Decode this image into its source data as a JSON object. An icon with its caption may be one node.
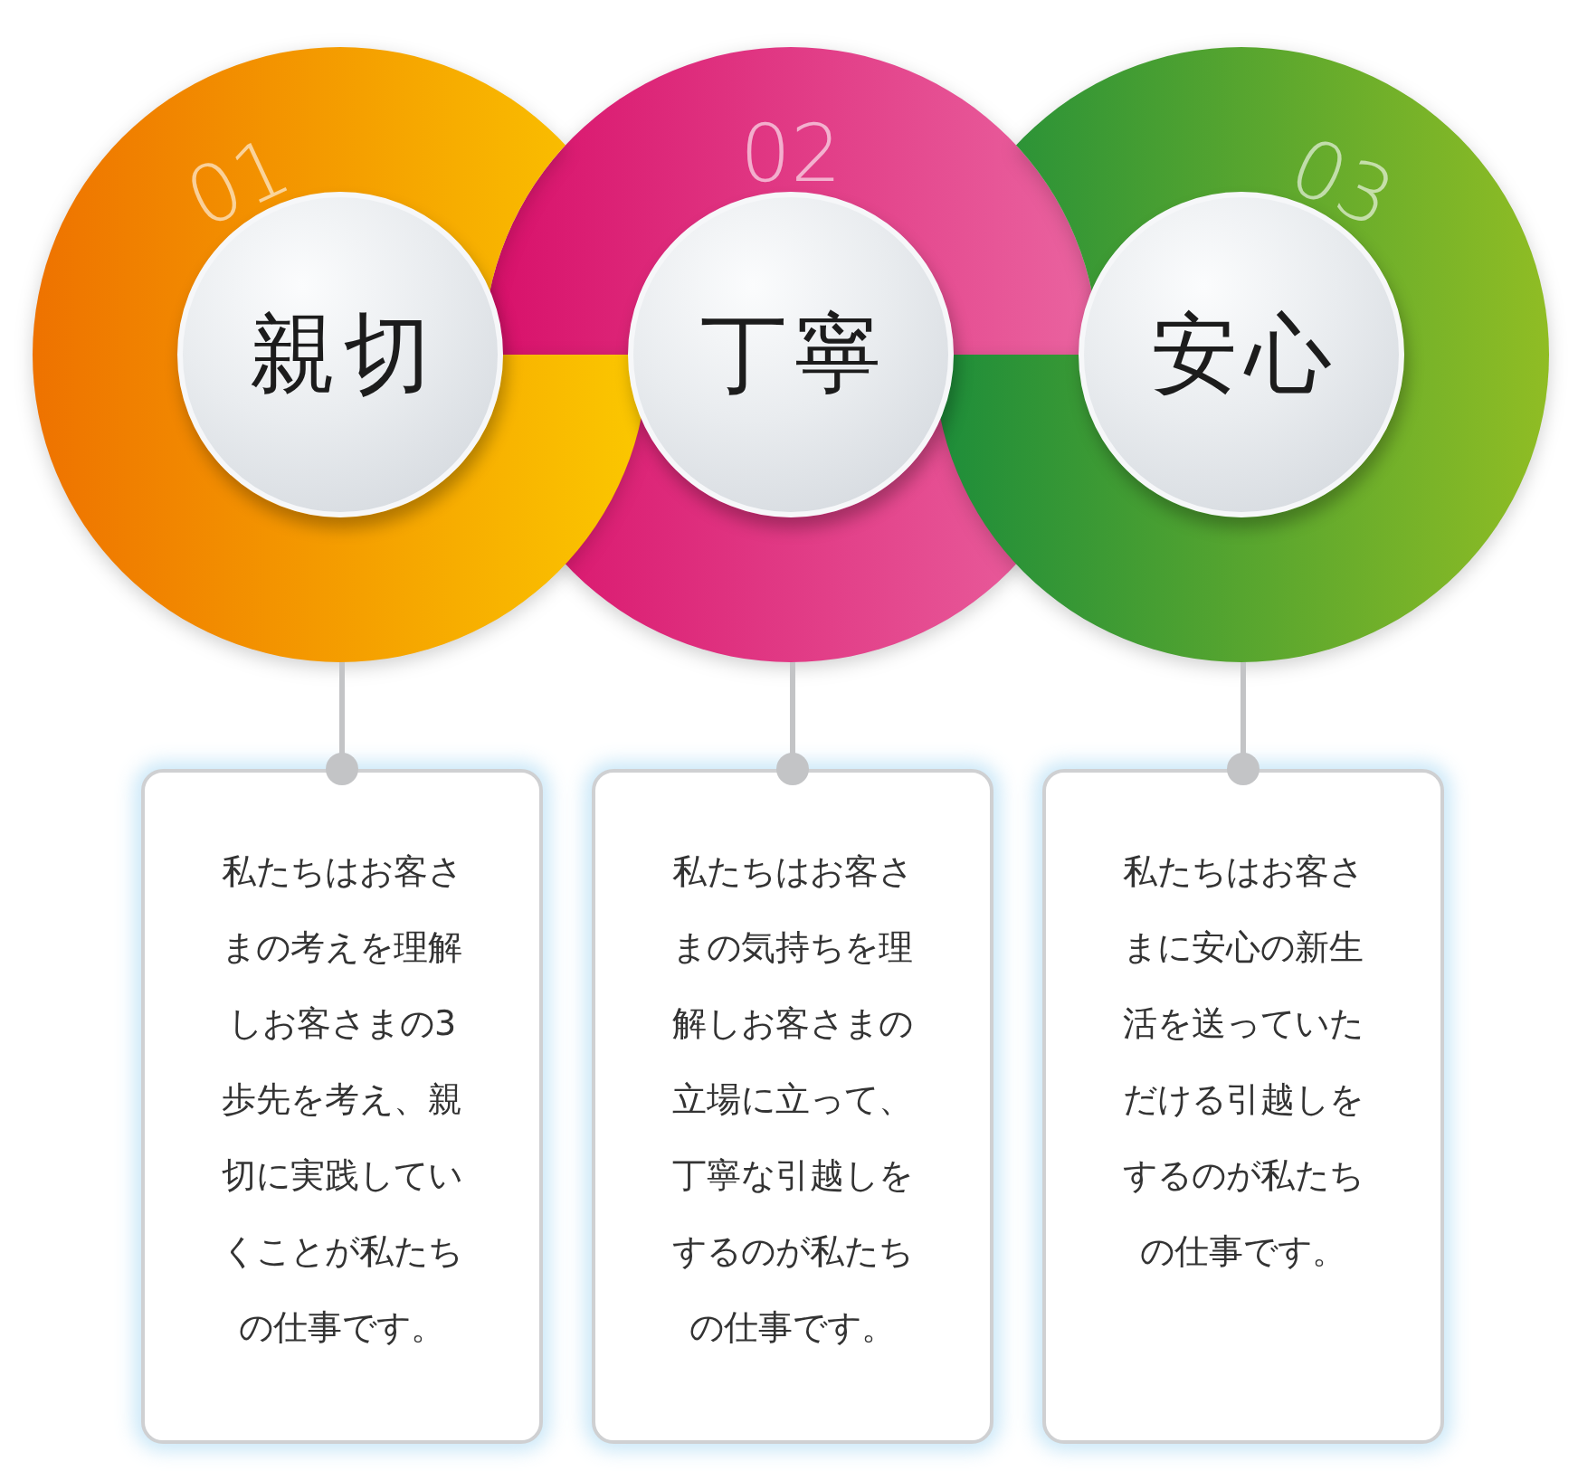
{
  "diagram": {
    "nodes": [
      {
        "text": [
          "01"
        ]
      },
      {
        "text": [
          "親切"
        ],
        "in": 0
      },
      {
        "text": [
          "02"
        ]
      },
      {
        "text": [
          "丁寧"
        ],
        "in": 2
      },
      {
        "text": [
          "03"
        ]
      },
      {
        "text": [
          "安心"
        ],
        "in": 4
      },
      {
        "text": [
          "私たちはお客さまの考えを理解しお客さまの3歩先を考え、親切に実践していくことが私たちの仕事です。"
        ]
      },
      {
        "text": [
          "私たちはお客さまの気持ちを理解しお客さまの立場に立って、丁寧な引越しをするのが私たちの仕事です。"
        ]
      },
      {
        "text": [
          "私たちはお客さまに安心の新生活を送っていただける引越しをするのが私たちの仕事です。"
        ]
      }
    ],
    "edges": [
      {
        "from": 0,
        "to": 6,
        "arrow": "other"
      },
      {
        "from": 2,
        "to": 7,
        "arrow": "other"
      },
      {
        "from": 4,
        "to": 8,
        "arrow": "other"
      }
    ]
  }
}
